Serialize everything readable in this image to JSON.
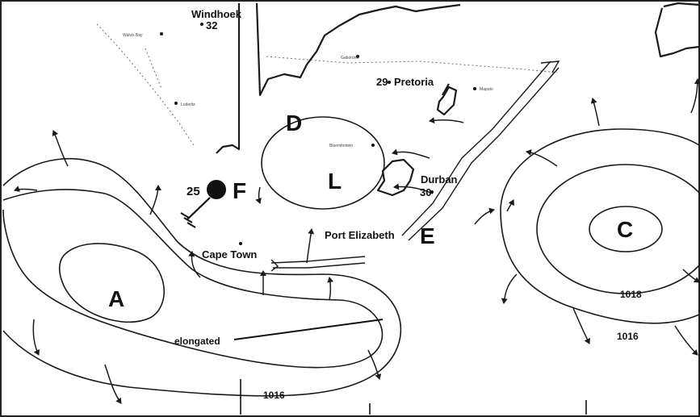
{
  "cities": {
    "windhoek": "Windhoek",
    "pretoria": "Pretoria",
    "durban": "Durban",
    "port_elizabeth": "Port Elizabeth",
    "cape_town": "Cape Town",
    "walvis_bay": "Walvis Bay",
    "luderitz": "Luderitz",
    "gaborone": "Gaborone",
    "maputo": "Maputo",
    "bloemfontein": "Bloemfontein"
  },
  "temperatures": {
    "windhoek": "32",
    "pretoria": "29",
    "durban": "30",
    "station_f": "25"
  },
  "letters": {
    "a": "A",
    "c": "C",
    "d": "D",
    "e": "E",
    "f": "F",
    "l": "L"
  },
  "isobar_values": {
    "left_1016": "1016",
    "right_1018": "1018",
    "right_1016": "1016"
  },
  "annotation": "elongated",
  "colors": {
    "ink": "#111111",
    "background": "#ffffff"
  }
}
